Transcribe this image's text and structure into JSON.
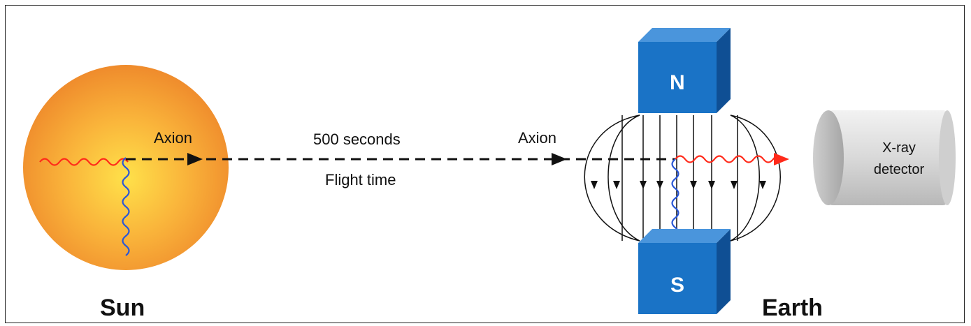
{
  "labels": {
    "sun": "Sun",
    "earth": "Earth",
    "axion_left": "Axion",
    "axion_right": "Axion",
    "flight_seconds": "500 seconds",
    "flight_time": "Flight time",
    "magnet_north": "N",
    "magnet_south": "S",
    "detector_line1": "X-ray",
    "detector_line2": "detector"
  },
  "colors": {
    "sun_center": "#ffd23a",
    "sun_edge": "#f08a2a",
    "magnet_front": "#1a73c6",
    "magnet_side": "#0f4f94",
    "magnet_top": "#4a95dc",
    "xray_wave": "#ff2a1a",
    "axion_wave": "#2a57d6",
    "detector": "#d6d6d6"
  }
}
